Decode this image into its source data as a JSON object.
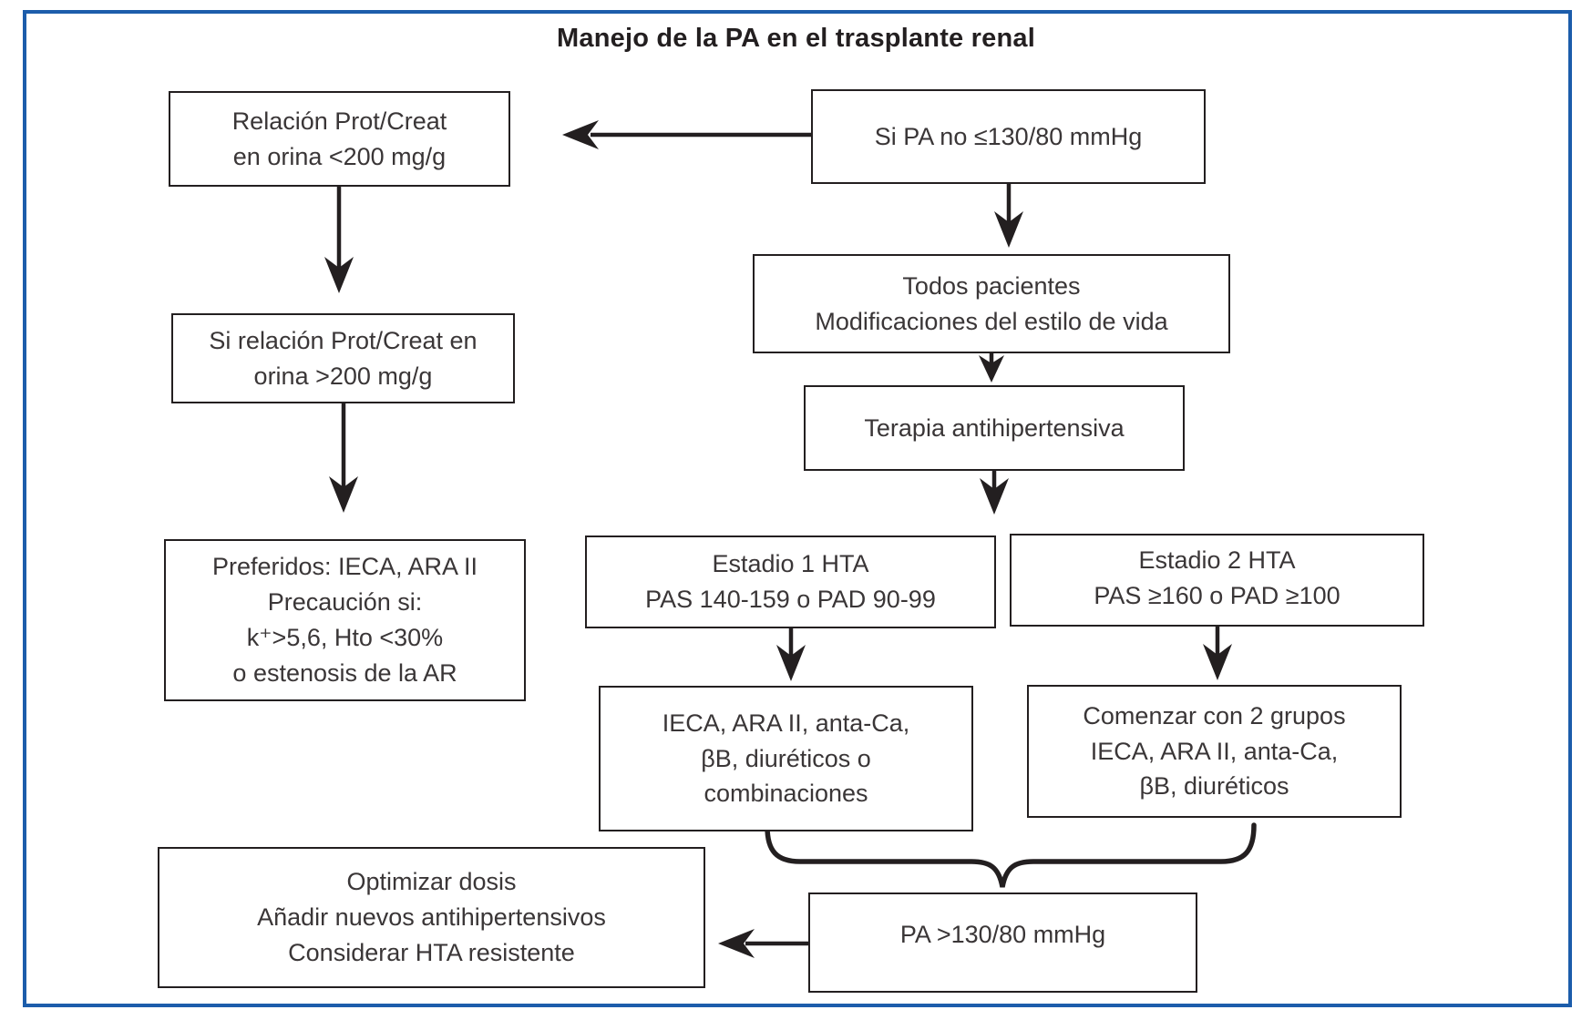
{
  "title": "Manejo de la PA en el trasplante renal",
  "boxes": {
    "relacion_menor": {
      "lines": [
        "Relación Prot/Creat",
        "en orina <200 mg/g"
      ]
    },
    "si_pa_no": {
      "lines": [
        "Si PA no ≤130/80 mmHg"
      ]
    },
    "todos_pacientes": {
      "lines": [
        "Todos pacientes",
        "Modificaciones del estilo de vida"
      ]
    },
    "terapia": {
      "lines": [
        "Terapia antihipertensiva"
      ]
    },
    "relacion_mayor": {
      "lines": [
        "Si relación Prot/Creat en",
        "orina >200 mg/g"
      ]
    },
    "preferidos": {
      "lines": [
        "Preferidos: IECA, ARA II",
        "Precaución si:",
        "k⁺>5,6, Hto <30%",
        "o estenosis de la AR"
      ]
    },
    "estadio1": {
      "lines": [
        "Estadio 1 HTA",
        "PAS 140-159 o PAD 90-99"
      ]
    },
    "estadio2": {
      "lines": [
        "Estadio 2 HTA",
        "PAS ≥160 o PAD ≥100"
      ]
    },
    "estadio1_tx": {
      "lines": [
        "IECA, ARA II, anta-Ca,",
        "βB, diuréticos o",
        "combinaciones"
      ]
    },
    "estadio2_tx": {
      "lines": [
        "Comenzar con 2 grupos",
        "IECA, ARA II, anta-Ca,",
        "βB, diuréticos"
      ]
    },
    "pa_mayor": {
      "lines": [
        "PA >130/80 mmHg"
      ]
    },
    "optimizar": {
      "lines": [
        "Optimizar dosis",
        "Añadir nuevos antihipertensivos",
        "Considerar HTA resistente"
      ]
    }
  },
  "colors": {
    "frame_border": "#1c5dab",
    "box_border": "#231f20",
    "line": "#231f20",
    "text": "#3a3637",
    "background": "#ffffff"
  }
}
